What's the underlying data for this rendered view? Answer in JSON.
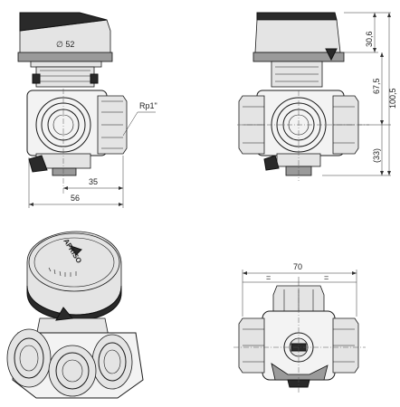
{
  "dimensions": {
    "diameter_52": "∅ 52",
    "thread_rp1": "Rp1\"",
    "length_35": "35",
    "length_56": "56",
    "height_30_6": "30,6",
    "height_67_5": "67,5",
    "height_100_5": "100,5",
    "height_33": "(33)",
    "width_70": "70",
    "equal_left": "=",
    "equal_right": "="
  },
  "actuator": {
    "brand_label": "AFRISO"
  }
}
